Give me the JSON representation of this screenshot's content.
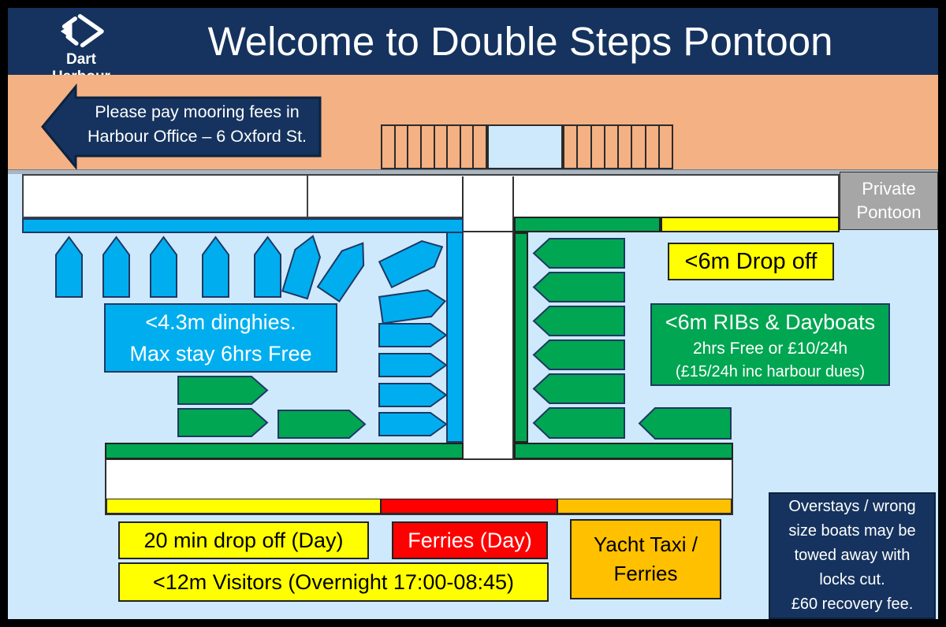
{
  "header": {
    "logo_text": "Dart Harbour",
    "title": "Welcome to Double Steps Pontoon"
  },
  "notice": {
    "line1": "Please pay mooring fees in",
    "line2": "Harbour Office – 6 Oxford St."
  },
  "zones": {
    "private_pontoon": {
      "line1": "Private",
      "line2": "Pontoon",
      "color": "#a6a6a6"
    },
    "dinghies": {
      "line1": "<4.3m dinghies.",
      "line2": "Max stay 6hrs Free",
      "color": "#00aeef"
    },
    "drop_off_6m": {
      "label": "<6m Drop off",
      "color": "#ffff00"
    },
    "ribs_dayboats": {
      "line1": "<6m RIBs & Dayboats",
      "line2": "2hrs Free or £10/24h",
      "line3": "(£15/24h inc harbour dues)",
      "color": "#00a651"
    },
    "drop_off_20min": {
      "label": "20 min drop off (Day)",
      "color": "#ffff00"
    },
    "ferries_day": {
      "label": "Ferries (Day)",
      "color": "#ff0000"
    },
    "yacht_taxi": {
      "line1": "Yacht Taxi /",
      "line2": "Ferries",
      "color": "#ffc000"
    },
    "visitors_12m": {
      "label": "<12m Visitors (Overnight 17:00-08:45)",
      "color": "#ffff00"
    },
    "overstays": {
      "line1": "Overstays / wrong",
      "line2": "size boats may be",
      "line3": "towed away with",
      "line4": "locks cut.",
      "line5": "£60 recovery fee.",
      "color": "#15335e"
    }
  },
  "boat_counts": {
    "blue_upright": 5,
    "blue_tilted": 4,
    "blue_moored_horizontal": 4,
    "green_left_pontoon": 3,
    "green_right_pontoon": 7
  },
  "colors": {
    "navy": "#15335e",
    "orange_band": "#f4b183",
    "water": "#cfe9fc",
    "cyan": "#00aeef",
    "green": "#00a651",
    "yellow": "#ffff00",
    "red": "#ff0000",
    "amber": "#ffc000",
    "gray": "#a6a6a6"
  }
}
